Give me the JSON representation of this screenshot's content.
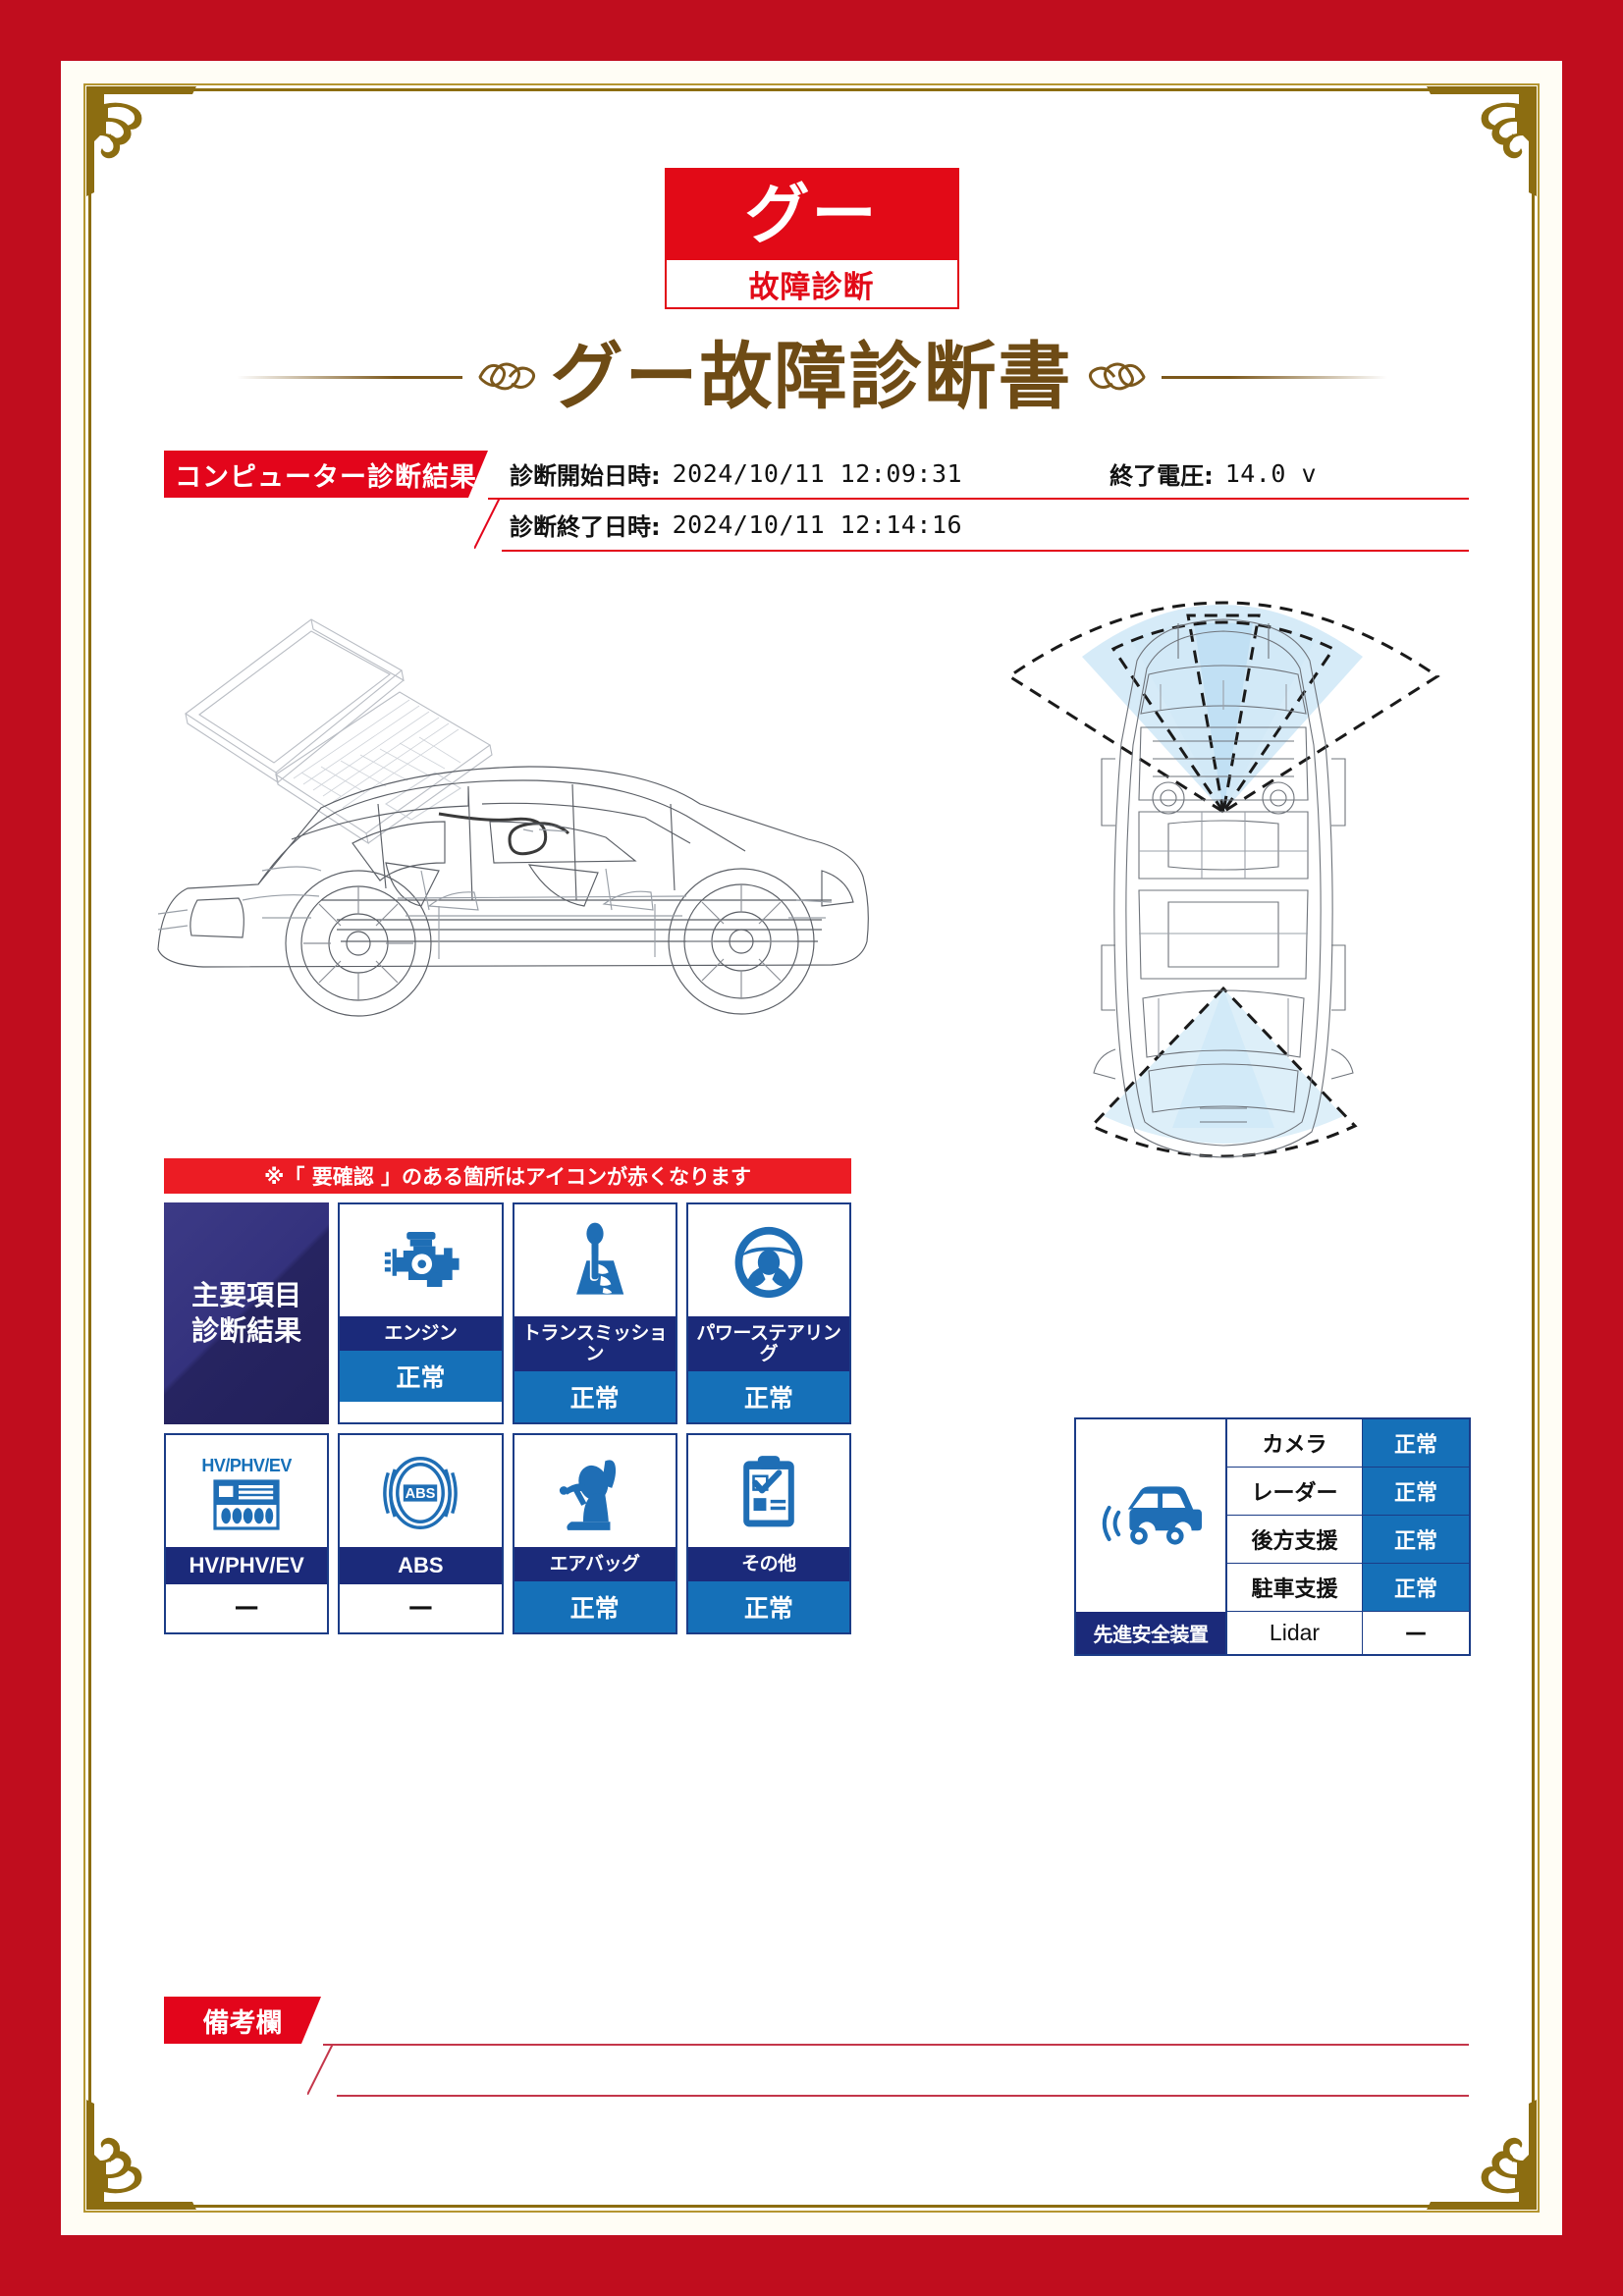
{
  "logo": {
    "mark": "グー",
    "sub": "故障診断"
  },
  "title": "グー故障診断書",
  "diagnostic": {
    "tag": "コンピューター診断結果",
    "start_label": "診断開始日時:",
    "start_value": "2024/10/11 12:09:31",
    "end_label": "診断終了日時:",
    "end_value": "2024/10/11 12:14:16",
    "voltage_label": "終了電圧:",
    "voltage_value": "14.0 v"
  },
  "results": {
    "note": "※「 要確認 」のある箇所はアイコンが赤くなります",
    "panel_title_line1": "主要項目",
    "panel_title_line2": "診断結果",
    "items": [
      {
        "icon": "engine-icon",
        "name": "エンジン",
        "status": "正常",
        "state": "ok"
      },
      {
        "icon": "transmission-icon",
        "name": "トランスミッション",
        "status": "正常",
        "state": "ok"
      },
      {
        "icon": "power-steering-icon",
        "name": "パワーステアリング",
        "status": "正常",
        "state": "ok"
      },
      {
        "icon": "hv-battery-icon",
        "name": "HV/PHV/EV",
        "status": "—",
        "state": "na",
        "overlabel": "HV/PHV/EV"
      },
      {
        "icon": "abs-icon",
        "name": "ABS",
        "status": "—",
        "state": "na"
      },
      {
        "icon": "airbag-icon",
        "name": "エアバッグ",
        "status": "正常",
        "state": "ok"
      },
      {
        "icon": "clipboard-icon",
        "name": "その他",
        "status": "正常",
        "state": "ok"
      }
    ]
  },
  "safety": {
    "label": "先進安全装置",
    "icon": "car-sensor-icon",
    "rows": [
      {
        "name": "カメラ",
        "value": "正常",
        "state": "ok"
      },
      {
        "name": "レーダー",
        "value": "正常",
        "state": "ok"
      },
      {
        "name": "後方支援",
        "value": "正常",
        "state": "ok"
      },
      {
        "name": "駐車支援",
        "value": "正常",
        "state": "ok"
      },
      {
        "name": "Lidar",
        "value": "—",
        "state": "na"
      }
    ]
  },
  "remarks": {
    "tag": "備考欄",
    "text": ""
  },
  "colors": {
    "border_red": "#c00d1e",
    "accent_red": "#e3051b",
    "gold": "#8c6d11",
    "title_brown": "#6e4b15",
    "navy": "#1b2a7a",
    "blue": "#1570b8",
    "sensor_blue": "#cfe8f7"
  }
}
